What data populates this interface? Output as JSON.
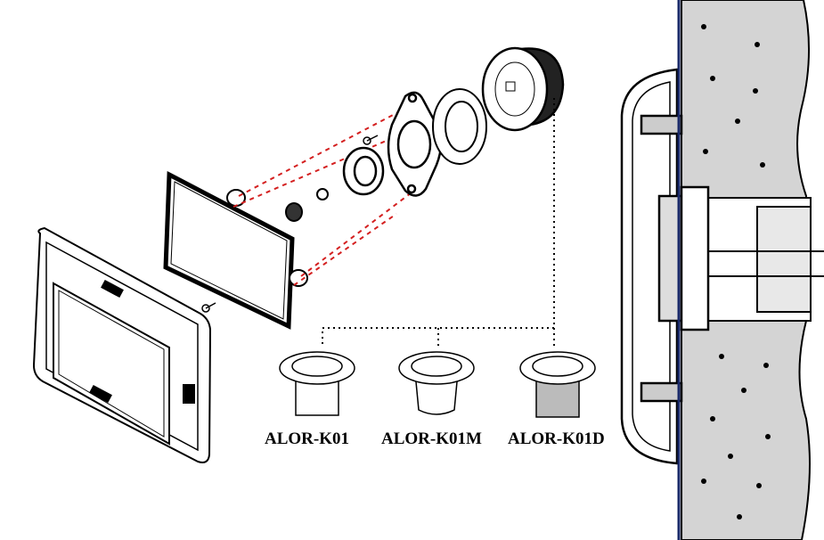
{
  "models": [
    {
      "code": "ALOR-K01"
    },
    {
      "code": "ALOR-K01M"
    },
    {
      "code": "ALOR-K01D"
    }
  ],
  "colors": {
    "line": "#000000",
    "dashed_guide": "#d42020",
    "wall": "#d4d4d4",
    "pipe": "#e8e8e8"
  }
}
